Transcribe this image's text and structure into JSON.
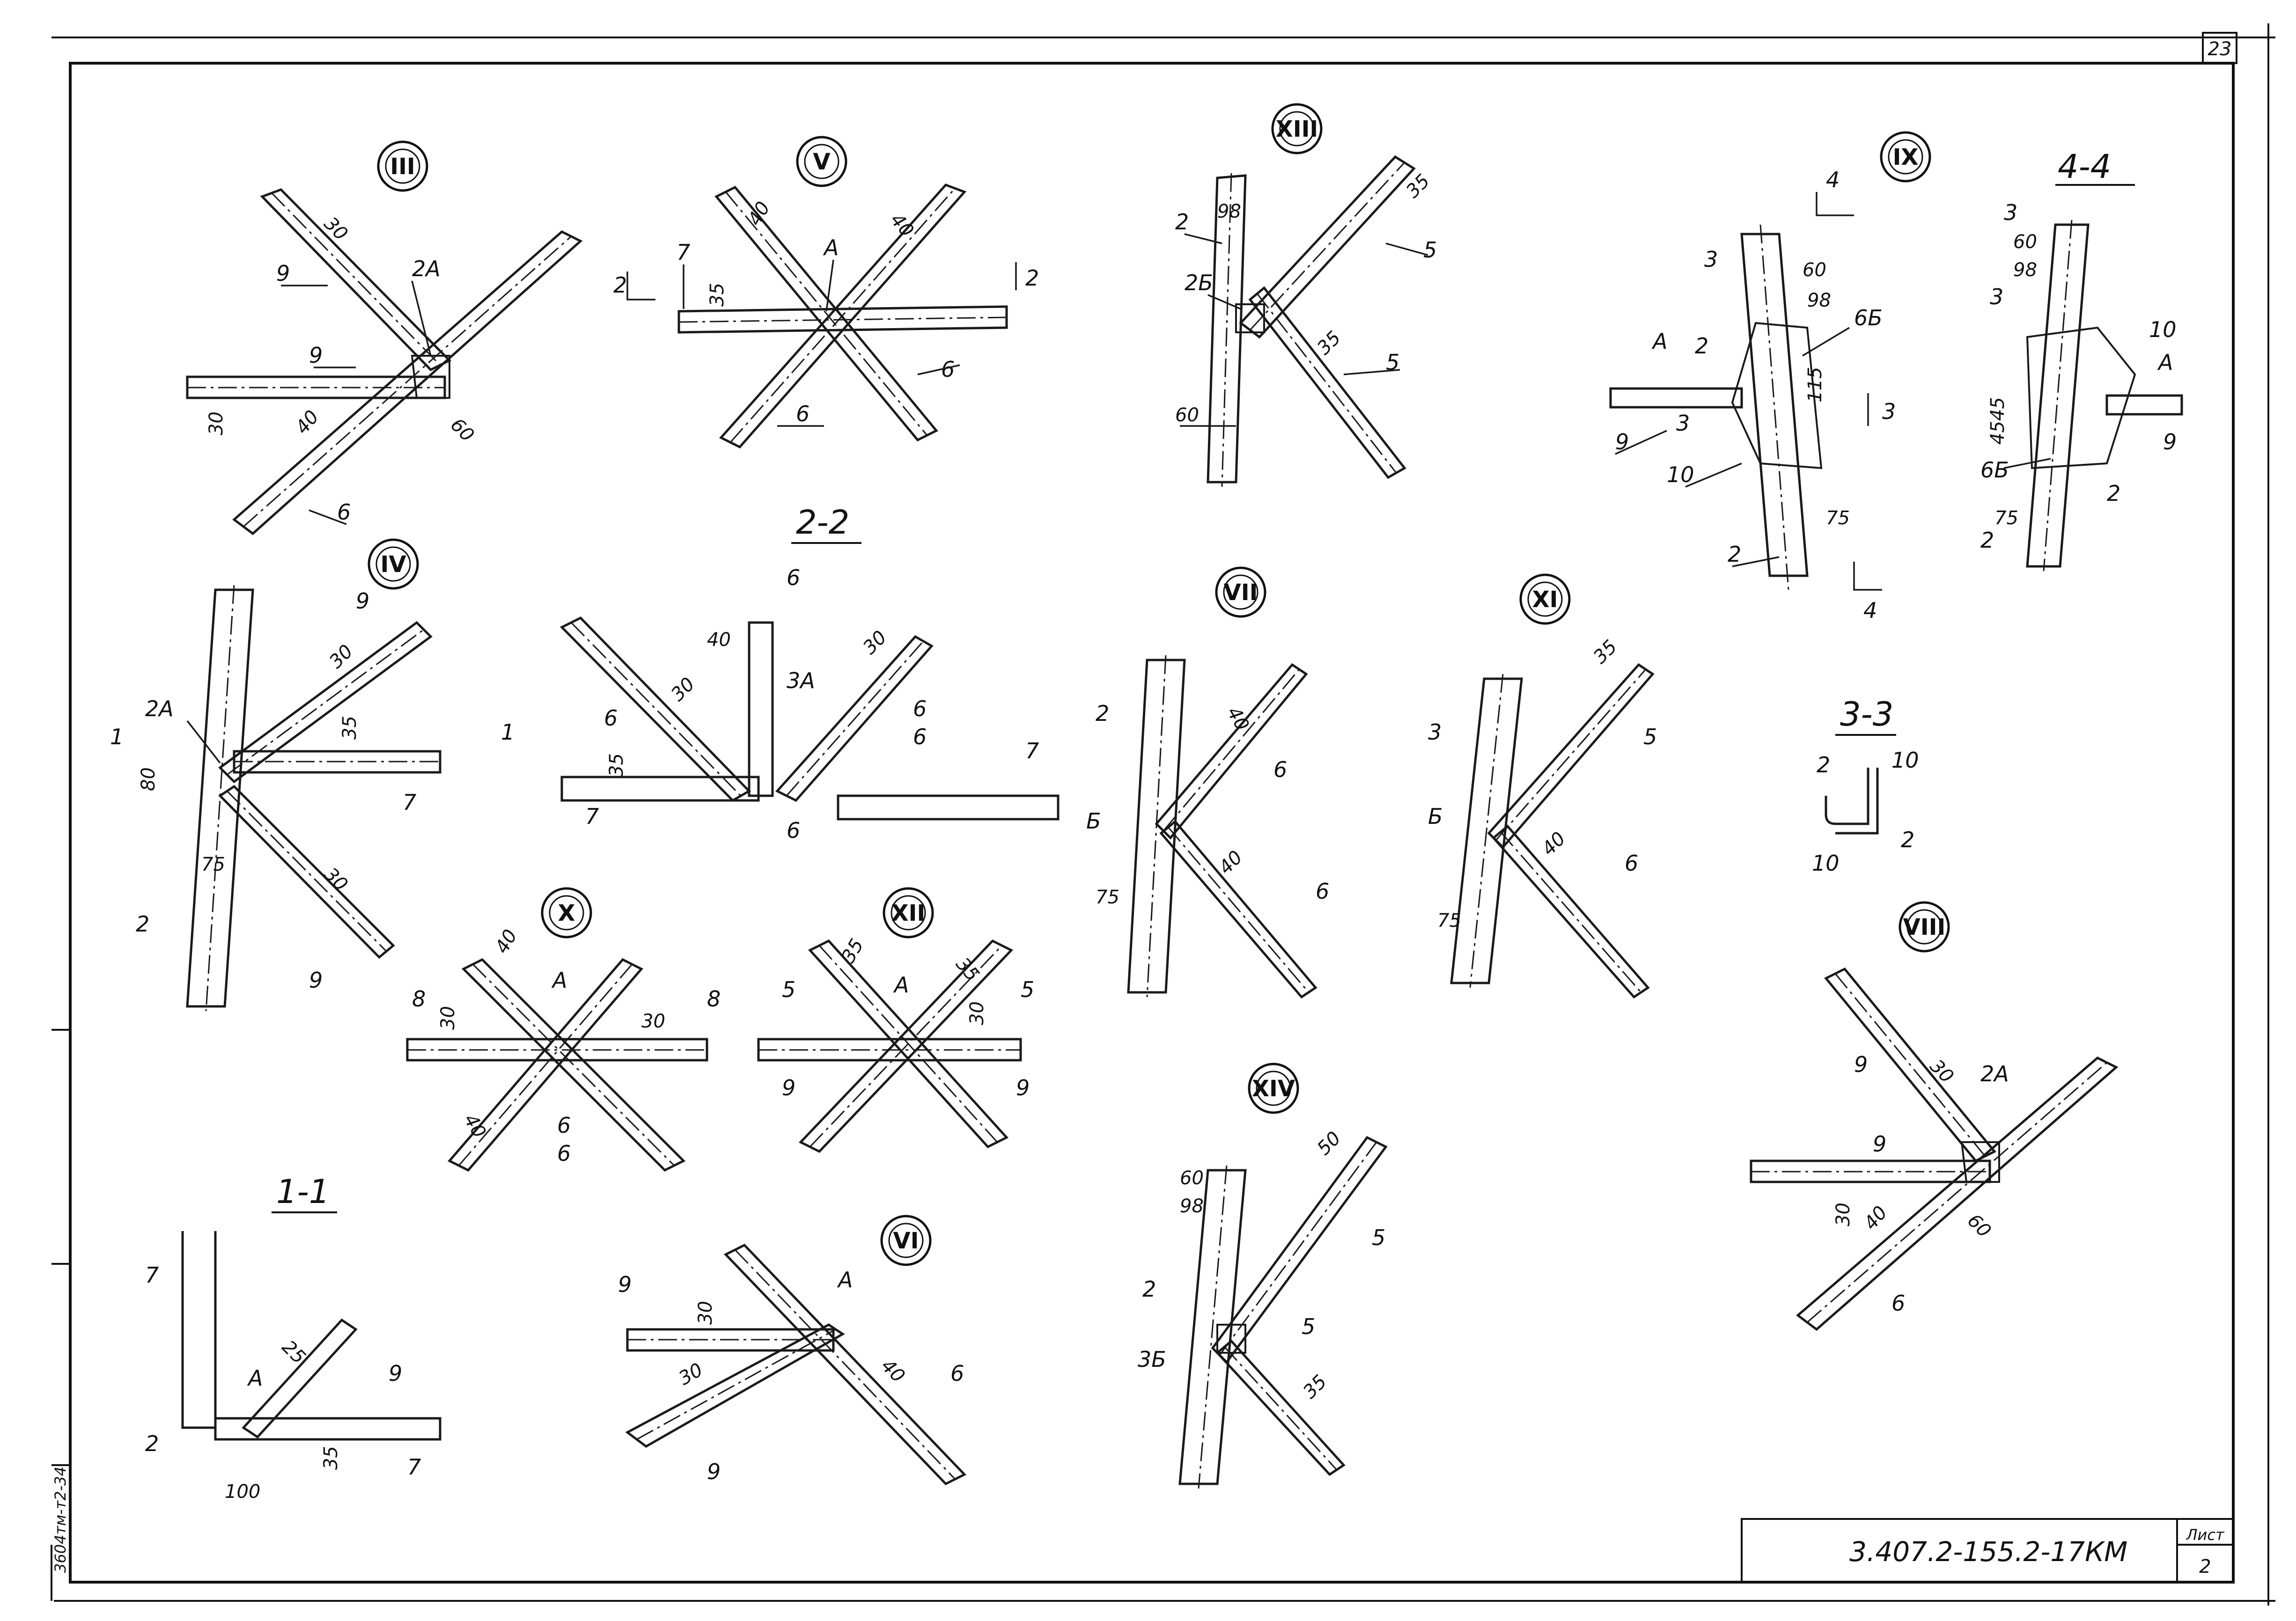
{
  "sheet": {
    "corner_number": "23",
    "doc_code": "3.407.2-155.2-17КМ",
    "list_label": "Лист",
    "list_number": "2",
    "side_stamp": "3604тм-т2-34"
  },
  "node_marks": {
    "n3": "III",
    "n5a": "V",
    "n13": "XIII",
    "n9": "IX",
    "n4": "IV",
    "n7": "VII",
    "n11": "XI",
    "n10": "X",
    "n12": "XII",
    "n8": "VIII",
    "n14": "XIV",
    "n6": "VI"
  },
  "sections": {
    "s22": "2-2",
    "s44": "4-4",
    "s33": "3-3",
    "s11": "1-1",
    "cut1": "1",
    "cut2": "2",
    "cut3": "3",
    "cut4": "4"
  },
  "labels": {
    "p2": "2",
    "p3": "3",
    "p5": "5",
    "p6": "6",
    "p7": "7",
    "p8": "8",
    "p9": "9",
    "p10": "10",
    "p2A": "2А",
    "p3A": "3А",
    "p2B": "2Б",
    "p3B": "3Б",
    "p6B": "6Б",
    "pA": "А",
    "pB": "Б"
  },
  "dims": {
    "d25": "25",
    "d30": "30",
    "d35": "35",
    "d40": "40",
    "d50": "50",
    "d60": "60",
    "d75": "75",
    "d80": "80",
    "d98": "98",
    "d100": "100",
    "d115": "115",
    "d4545": "4545"
  },
  "colors": {
    "ink": "#111111",
    "paper": "#ffffff"
  }
}
